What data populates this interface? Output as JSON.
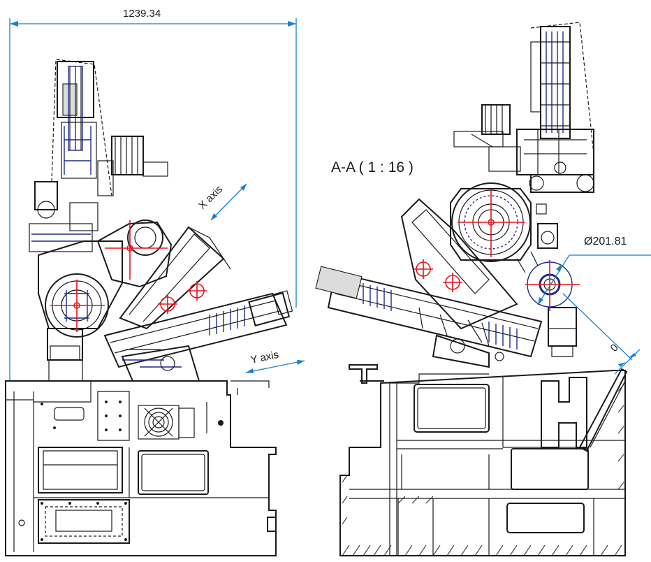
{
  "drawing": {
    "overall_dimension": "1239.34",
    "section_label": "A-A ( 1 : 16 )",
    "diameter_dimension": "Ø201.81",
    "zero_dimension": "0",
    "x_axis_label": "X axis",
    "y_axis_label": "Y axis",
    "colors": {
      "dimension_line": "#1b7fc9",
      "center_mark": "#e8141c",
      "outline": "#1a1a1a",
      "detail": "#1f2a8a"
    }
  }
}
